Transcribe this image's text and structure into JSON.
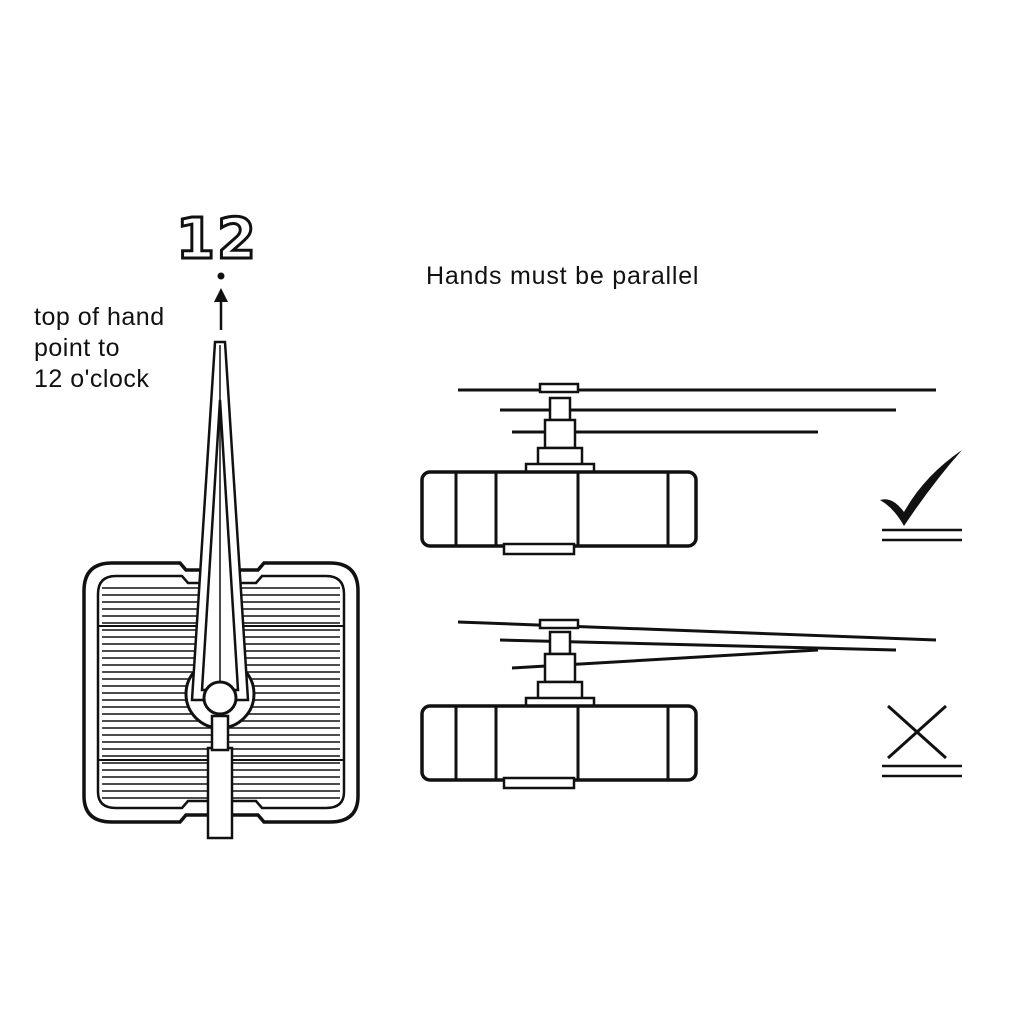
{
  "diagram": {
    "twelve_label": "12",
    "instruction_lines": [
      "top of hand",
      "point to",
      "12 o'clock"
    ],
    "title": "Hands must be parallel",
    "correct_mark": "check-icon",
    "incorrect_mark": "cross-icon",
    "colors": {
      "ink": "#111111",
      "paper": "#ffffff"
    }
  }
}
